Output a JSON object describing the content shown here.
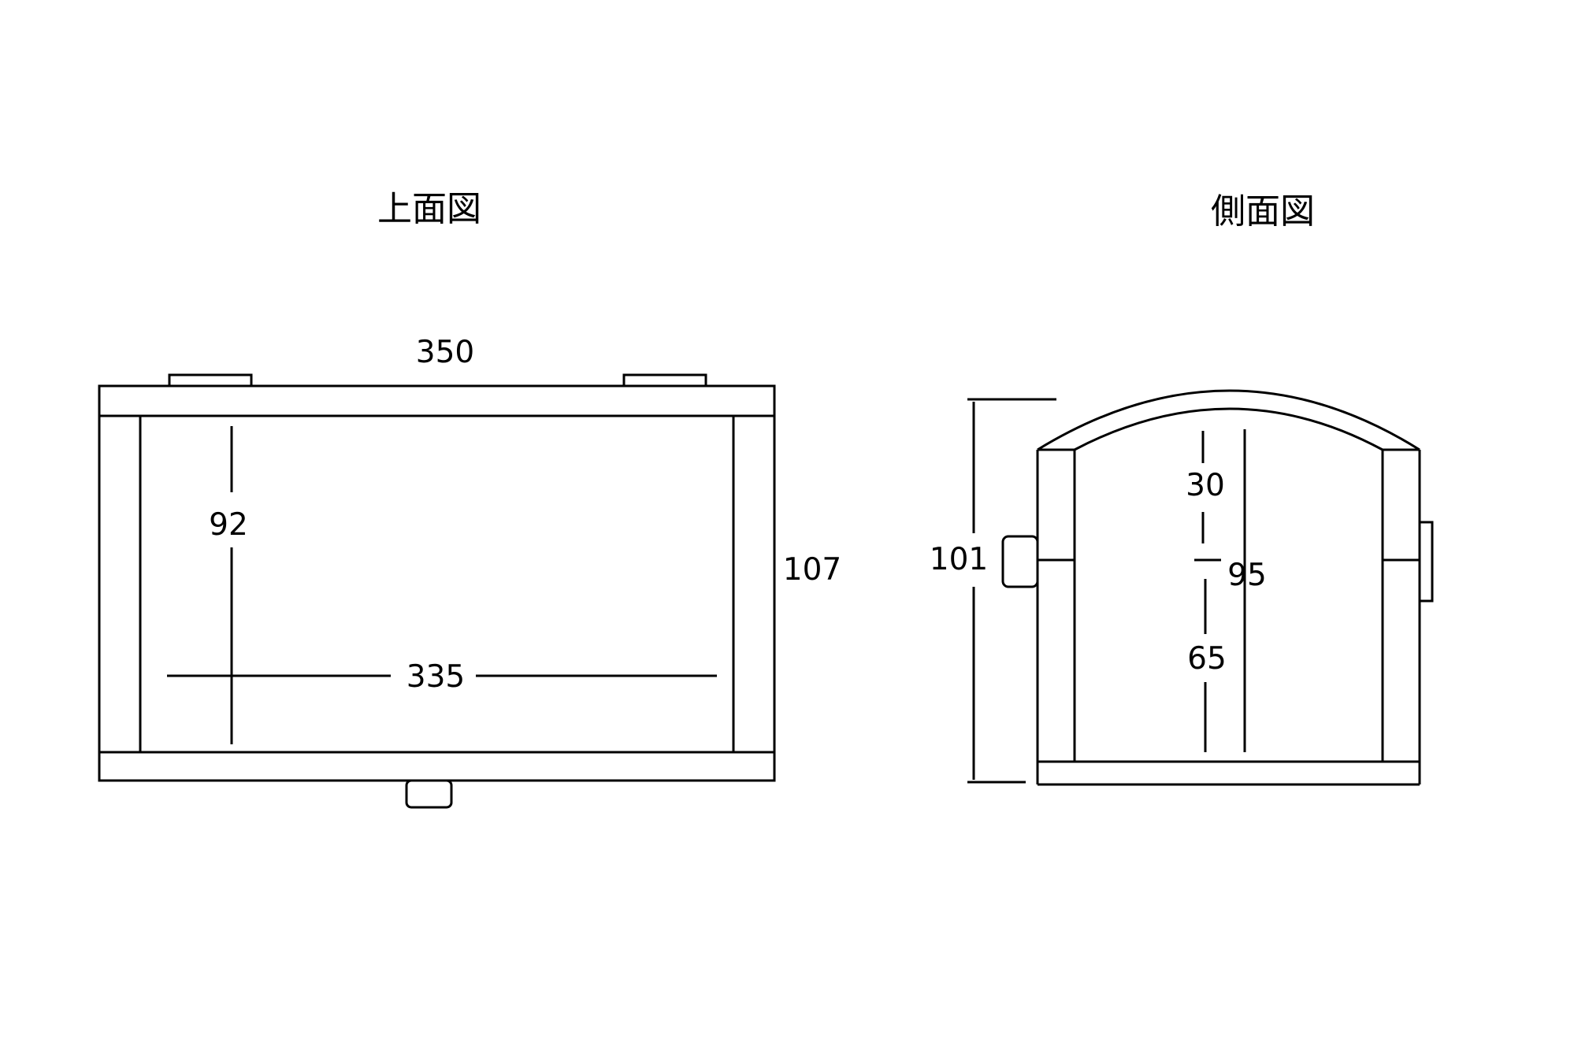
{
  "top_view": {
    "title": "上面図",
    "width_outer": "350",
    "width_inner": "335",
    "depth_outer": "107",
    "depth_inner": "92"
  },
  "side_view": {
    "title": "側面図",
    "height_outer": "101",
    "height_inner": "95",
    "upper_section": "30",
    "lower_section": "65"
  },
  "colors": {
    "line": "#000000",
    "background": "#ffffff"
  }
}
